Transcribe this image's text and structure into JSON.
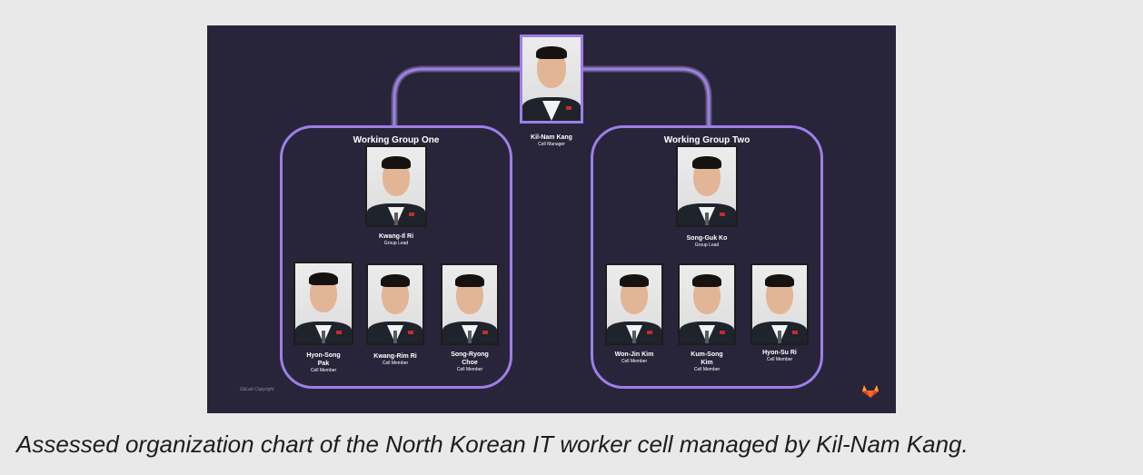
{
  "manager": {
    "name": "Kil-Nam Kang",
    "role": "Cell Manager"
  },
  "groups": [
    {
      "title": "Working Group One",
      "lead": {
        "name": "Kwang-Il Ri",
        "role": "Group Lead"
      },
      "members": [
        {
          "name": "Hyon-Song Pak",
          "role": "Cell Member"
        },
        {
          "name": "Kwang-Rim Ri",
          "role": "Cell Member"
        },
        {
          "name": "Song-Ryong Choe",
          "role": "Cell Member"
        }
      ]
    },
    {
      "title": "Working Group Two",
      "lead": {
        "name": "Song-Guk Ko",
        "role": "Group Lead"
      },
      "members": [
        {
          "name": "Won-Jin Kim",
          "role": "Cell Member"
        },
        {
          "name": "Kum-Song Kim",
          "role": "Cell Member"
        },
        {
          "name": "Hyon-Su Ri",
          "role": "Cell Member"
        }
      ]
    }
  ],
  "copyright": "GitLab Copyright",
  "logo": "gitlab-tanuki-icon",
  "caption": "Assessed organization chart of the North Korean IT worker cell managed by Kil-Nam Kang.",
  "colors": {
    "background": "#28253a",
    "accent": "#9e7fe8",
    "page": "#e9e9e9"
  }
}
